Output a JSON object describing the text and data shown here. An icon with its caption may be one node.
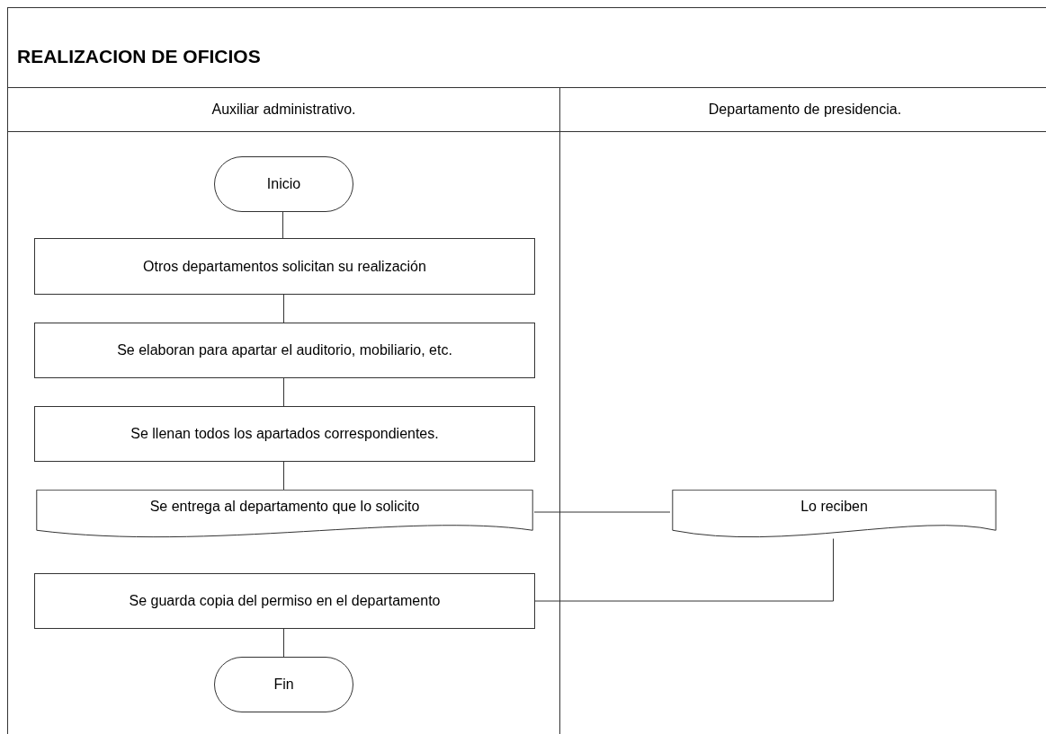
{
  "diagram": {
    "title": "REALIZACION DE OFICIOS",
    "nodes": [
      {
        "text": [
          "Auxiliar administrativo."
        ]
      },
      {
        "text": [
          "Departamento de presidencia."
        ]
      },
      {
        "text": [
          "Inicio"
        ],
        "in": 0
      },
      {
        "text": [
          "Otros departamentos solicitan su realización"
        ],
        "in": 0
      },
      {
        "text": [
          "Se elaboran para apartar el auditorio, mobiliario, etc."
        ],
        "in": 0
      },
      {
        "text": [
          "Se llenan todos los apartados correspondientes."
        ],
        "in": 0
      },
      {
        "text": [
          "Se entrega al departamento que lo solicito"
        ],
        "in": 0
      },
      {
        "text": [
          "Lo reciben"
        ],
        "in": 1
      },
      {
        "text": [
          "Se guarda copia del permiso en el departamento"
        ],
        "in": 0
      },
      {
        "text": [
          "Fin"
        ],
        "in": 0
      }
    ],
    "edges": [
      {
        "from": 2,
        "to": 3,
        "arrow": "none"
      },
      {
        "from": 3,
        "to": 4,
        "arrow": "none"
      },
      {
        "from": 4,
        "to": 5,
        "arrow": "none"
      },
      {
        "from": 5,
        "to": 6,
        "arrow": "none"
      },
      {
        "from": 6,
        "to": 7,
        "arrow": "none"
      },
      {
        "from": 7,
        "to": 8,
        "arrow": "none"
      },
      {
        "from": 8,
        "to": 9,
        "arrow": "none"
      }
    ]
  }
}
